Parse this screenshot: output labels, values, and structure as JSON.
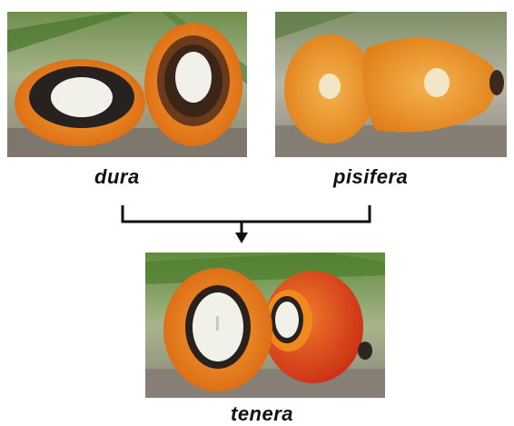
{
  "labels": {
    "dura": "dura",
    "pisifera": "pisifera",
    "tenera": "tenera"
  },
  "colors": {
    "mesocarp_orange": "#f08a1c",
    "shell_dark": "#2a211d",
    "kernel_white": "#f1f1ea",
    "fruit_red": "#d8321a",
    "leaf_green": "#5d8a3c",
    "line_black": "#111111"
  }
}
